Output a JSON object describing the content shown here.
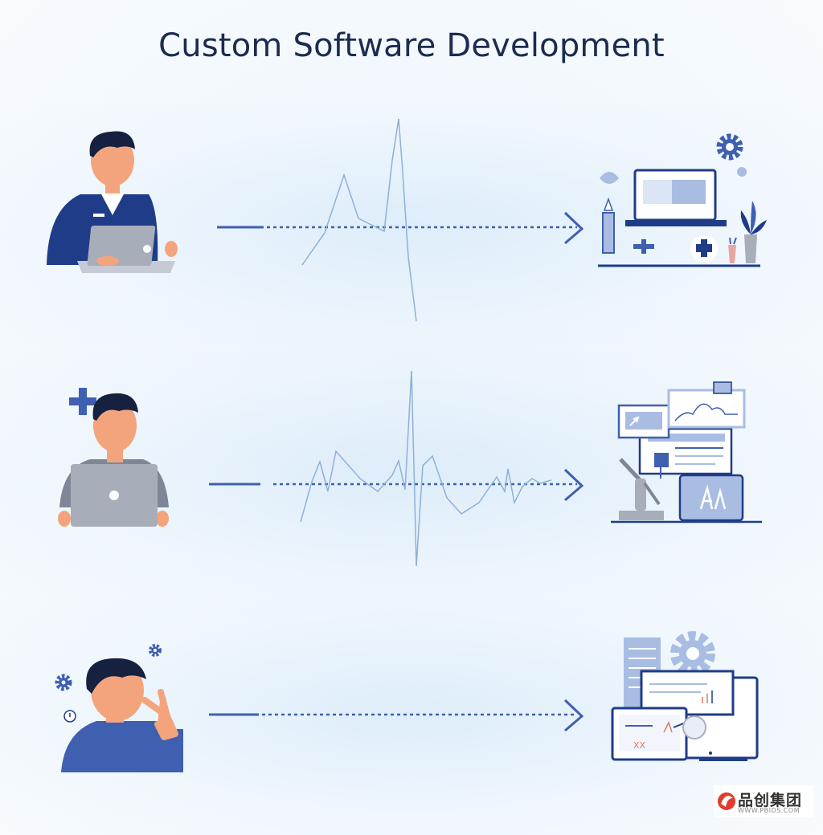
{
  "header": {
    "title": "Custom Software Development"
  },
  "watermark": {
    "brand": "品创集团",
    "url": "WWW.PBIDS.COM"
  },
  "rows": [
    {
      "name": "developer-with-laptop",
      "target": "workstation",
      "screen_label": ""
    },
    {
      "name": "developer-behind-laptop",
      "target": "dashboard",
      "screen_label": ""
    },
    {
      "name": "thinking-developer",
      "target": "document-stack",
      "screen_label": "XX"
    }
  ],
  "colors": {
    "navy": "#1f3c88",
    "blue": "#3f5fb0",
    "light_blue": "#a9bde3",
    "grey": "#a8adba",
    "skin": "#f4a47c",
    "hair": "#15213f",
    "title": "#1c2b4f"
  }
}
